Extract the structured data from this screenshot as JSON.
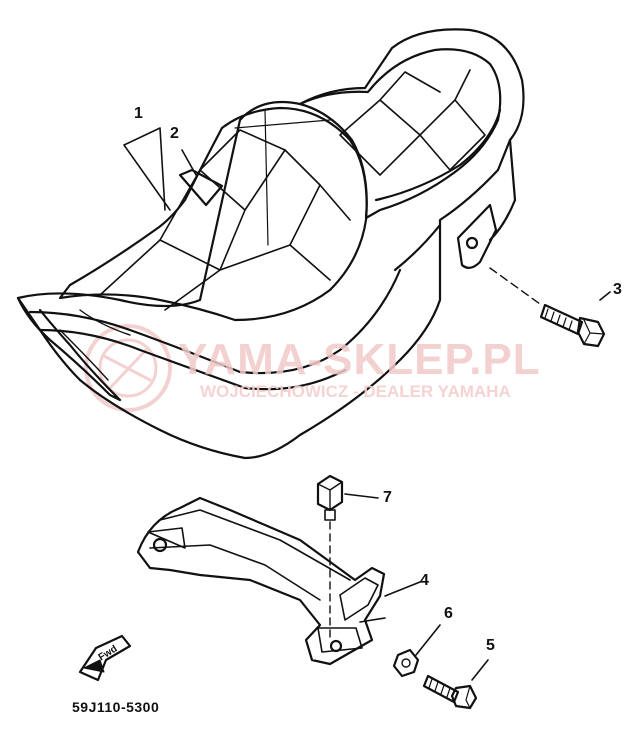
{
  "callouts": {
    "c1": "1",
    "c2": "2",
    "c3": "3",
    "c4": "4",
    "c5": "5",
    "c6": "6",
    "c7": "7"
  },
  "watermark": {
    "title": "YAMA-SKLEP.PL",
    "subtitle": "WOJCIECHOWICZ - DEALER YAMAHA",
    "color": "#f2c9c9"
  },
  "part_code": "59J110-5300",
  "fwd_label": "Fwd",
  "colors": {
    "line": "#111111",
    "background": "#ffffff"
  }
}
